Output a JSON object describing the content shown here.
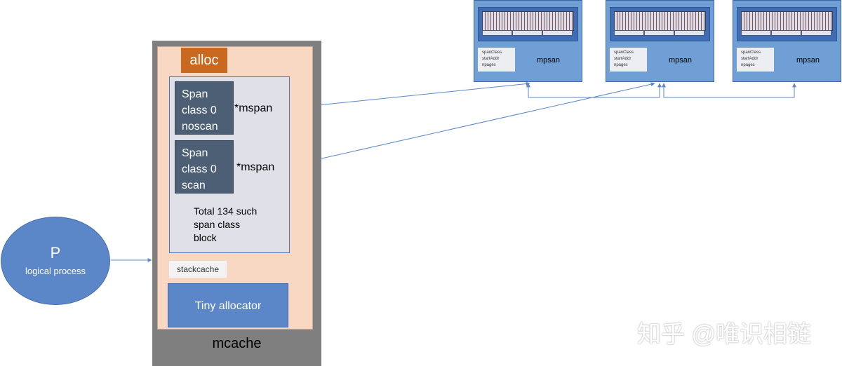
{
  "p_node": {
    "letter": "P",
    "subtitle": "logical process"
  },
  "mcache": {
    "label": "mcache",
    "alloc_label": "alloc",
    "span_classes": [
      {
        "lines": [
          "Span",
          "class 0",
          "noscan"
        ],
        "pointer": "*mspan"
      },
      {
        "lines": [
          "Span",
          "class 0",
          "scan"
        ],
        "pointer": "*mspan"
      }
    ],
    "total_note": [
      "Total 134 such",
      "span class",
      "block"
    ],
    "stackcache_label": "stackcache",
    "tiny_allocator_label": "Tiny allocator"
  },
  "mspans": [
    {
      "fields": [
        "spanClass",
        "startAddr",
        "npages"
      ],
      "name": "mpsan"
    },
    {
      "fields": [
        "spanClass",
        "startAddr",
        "npages"
      ],
      "name": "mpsan"
    },
    {
      "fields": [
        "spanClass",
        "startAddr",
        "npages"
      ],
      "name": "mpsan"
    }
  ],
  "watermark": "知乎 @唯识相链",
  "colors": {
    "blue_shape": "#5b87c9",
    "mspan_fill": "#6f9fd4",
    "alloc_fill": "#c8691f",
    "span_box_fill": "#4c5f74",
    "mcache_frame": "#7f7f7f",
    "mcache_fill": "#f9d8c3",
    "connector": "#5b87c9"
  }
}
